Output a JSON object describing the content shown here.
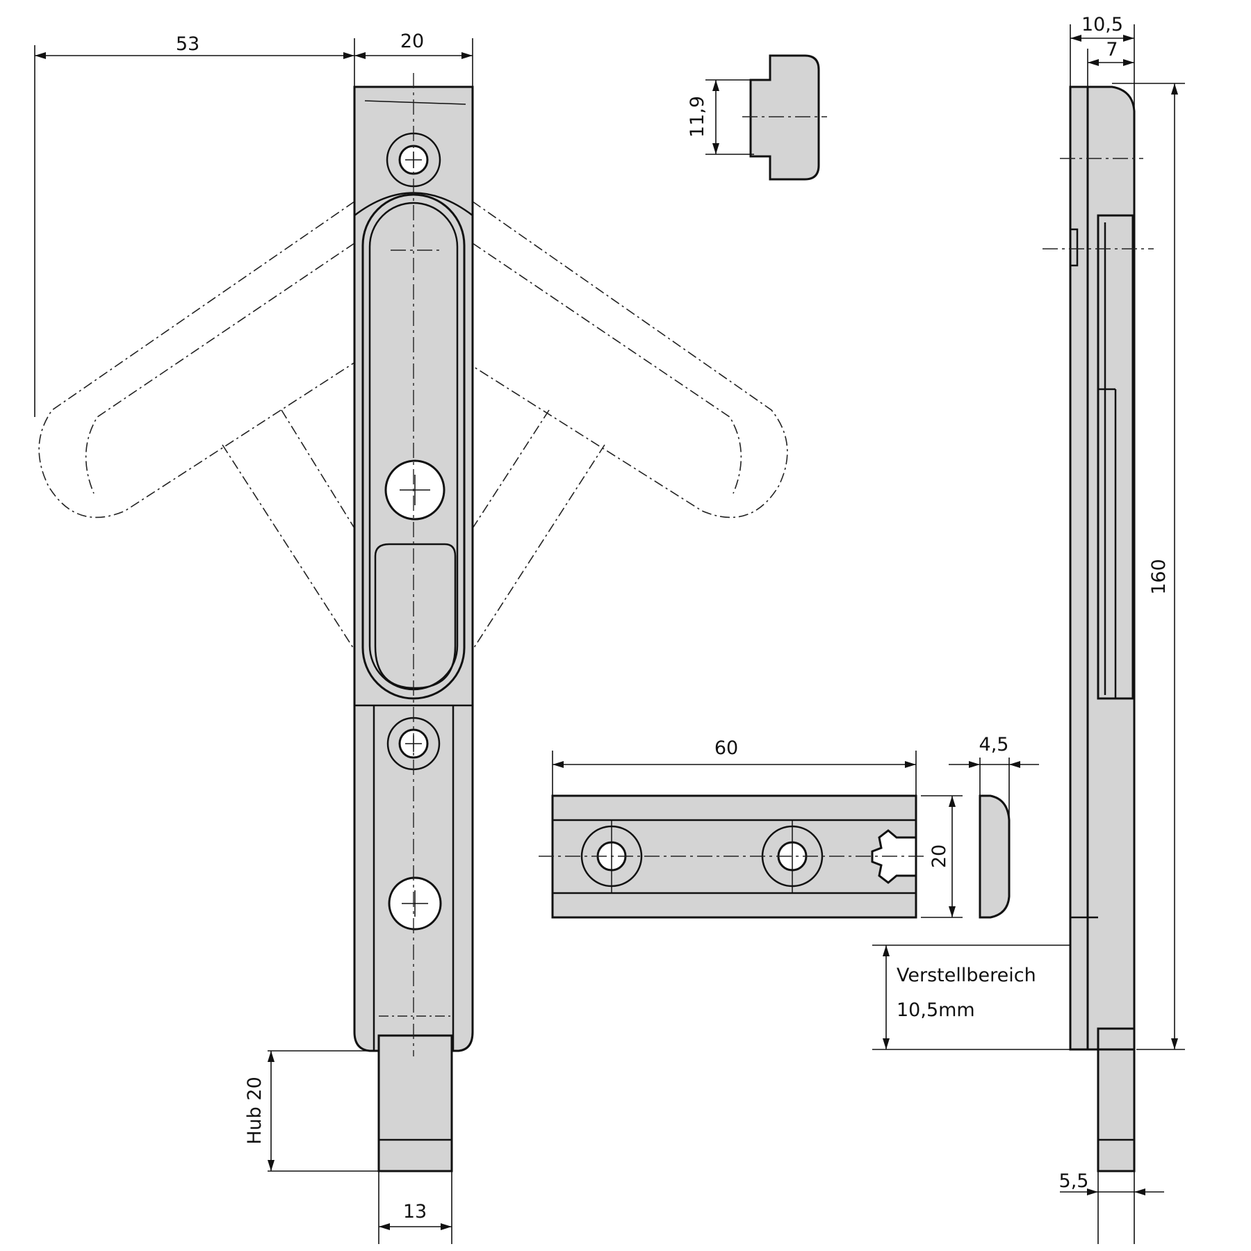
{
  "dimensions": {
    "d53": "53",
    "d20_top": "20",
    "d11_9": "11,9",
    "d10_5": "10,5",
    "d7": "7",
    "d160": "160",
    "d60": "60",
    "d4_5": "4,5",
    "d20_side": "20",
    "hub": "Hub 20",
    "d13": "13",
    "d5_5": "5,5"
  },
  "notes": {
    "adjust_label": "Verstellbereich",
    "adjust_value": "10,5mm"
  }
}
